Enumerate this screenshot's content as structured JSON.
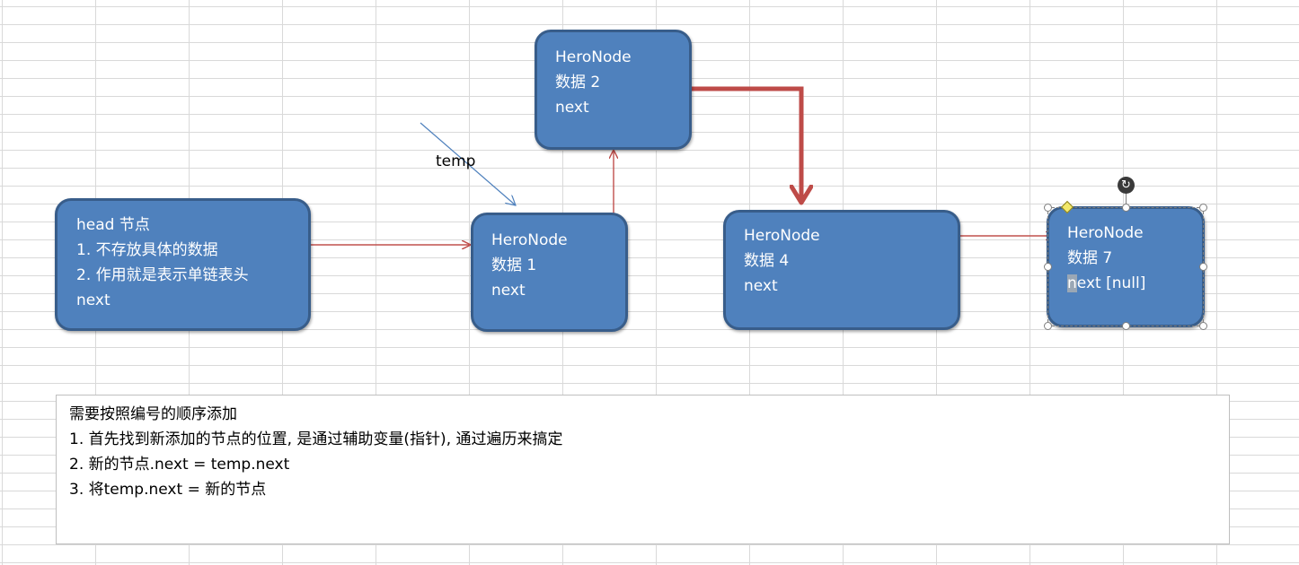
{
  "nodes": {
    "head": {
      "lines": [
        "head 节点",
        "1. 不存放具体的数据",
        "2. 作用就是表示单链表头",
        "next"
      ]
    },
    "n1": {
      "lines": [
        "HeroNode",
        "数据 1",
        "next"
      ]
    },
    "n2": {
      "lines": [
        "HeroNode",
        "数据 2",
        "next"
      ]
    },
    "n4": {
      "lines": [
        "HeroNode",
        "数据 4",
        "next"
      ]
    },
    "n7": {
      "lines": [
        "HeroNode",
        "数据 7",
        "n",
        "ext [null]"
      ]
    }
  },
  "temp_label": "temp",
  "note": {
    "lines": [
      "需要按照编号的顺序添加",
      "1. 首先找到新添加的节点的位置, 是通过辅助变量(指针), 通过遍历来搞定",
      "2. 新的节点.next = temp.next",
      "3. 将temp.next = 新的节点"
    ]
  },
  "colors": {
    "node_fill": "#4f81bd",
    "node_border": "#385d8a",
    "link_arrow": "#c0504d",
    "thick_arrow": "#be4b48",
    "temp_arrow": "#4f81bd"
  }
}
